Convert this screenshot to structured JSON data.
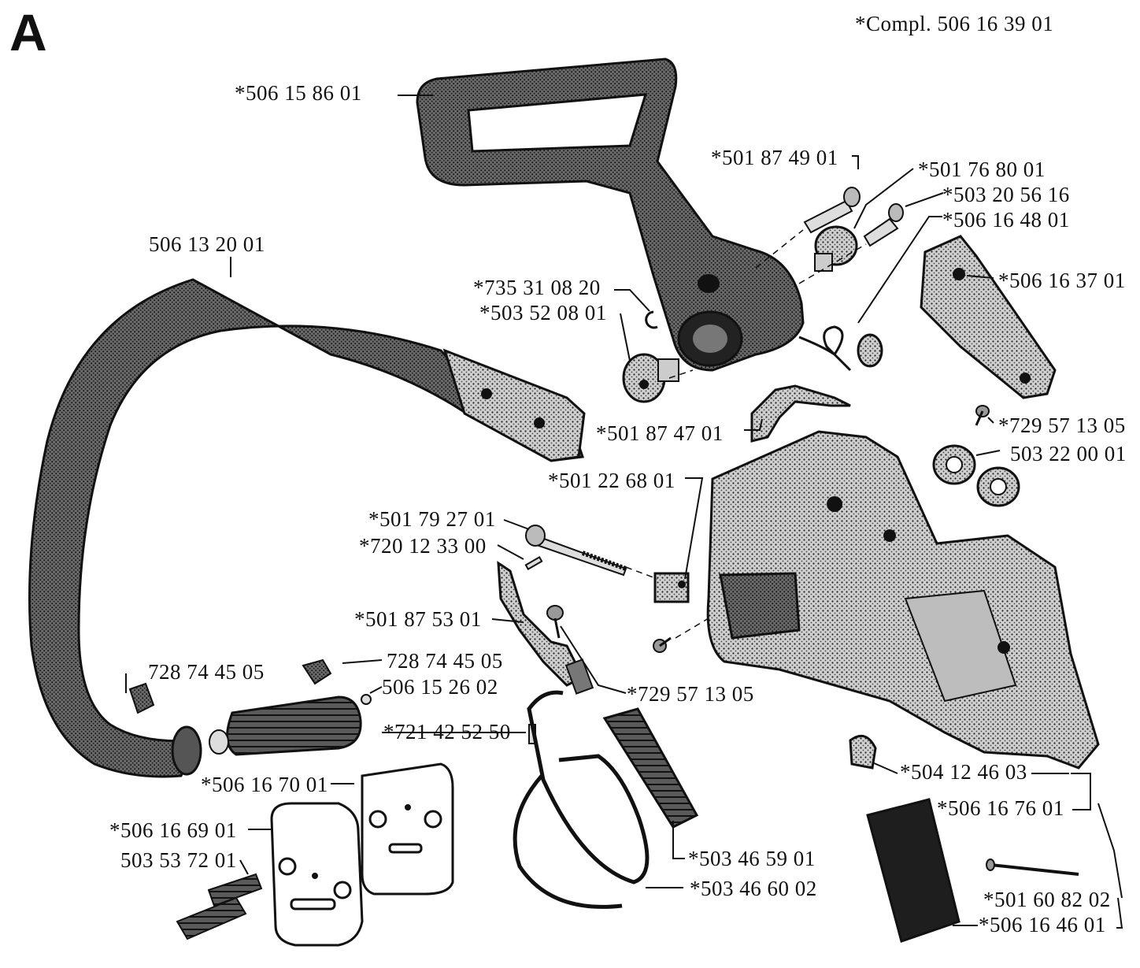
{
  "section_letter": "A",
  "complete_ref": "*Compl. 506 16 39 01",
  "part_labels": {
    "handle_rear": "*506 15 86 01",
    "bolt_1": "*501 87 49 01",
    "bushing": "*501 76 80 01",
    "screw_1": "*503 20 56 16",
    "spring_1": "*506 16 48 01",
    "bracket_plate": "*506 16 37 01",
    "front_handle": "506 13 20 01",
    "circlip": "*735 31 08 20",
    "pivot_washer": "*503 52 08 01",
    "lever": "*501 87 47 01",
    "screw_2": "*729 57 13 05",
    "grommet": "503 22 00 01",
    "nut_block": "*501 22 68 01",
    "bolt_2": "*501 79 27 01",
    "pin_1": "*720 12 33 00",
    "link_arm": "*501 87 53 01",
    "screw_3": "*729 57 13 05",
    "buffer_cap_right": "728 74 45 05",
    "buffer_cap_left": "728 74 45 05",
    "anti_vib_spring": "506 15 26 02",
    "pin_2": "*721 42 52 50",
    "stopper": "*504 12 46 03",
    "plate_right": "*506 16 70 01",
    "plate_left": "*506 16 69 01",
    "stud": "503 53 72 01",
    "cover_assy": "*506 16 76 01",
    "brake_spring": "*503 46 59 01",
    "brake_band": "*503 46 60 02",
    "rivet": "*501 60 82 02",
    "pad": "*506 16 46 01"
  },
  "colors": {
    "ink": "#111111",
    "paper": "#ffffff",
    "part_fill": "#9a9a9a",
    "dark_fill": "#3a3a3a"
  }
}
